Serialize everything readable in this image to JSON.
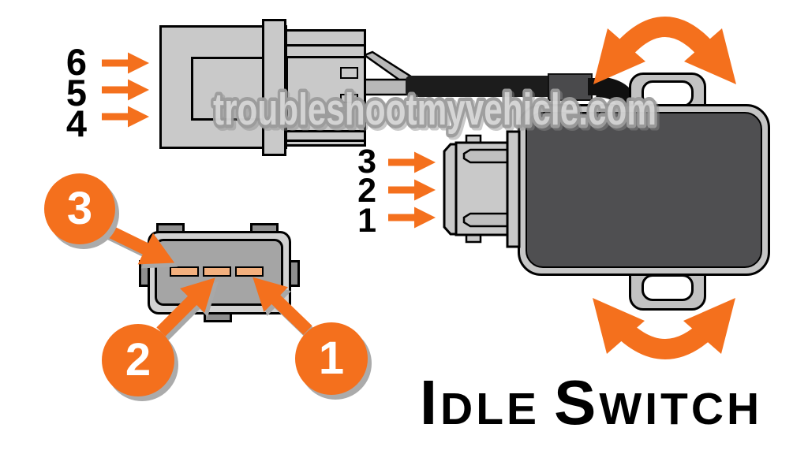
{
  "watermark": {
    "text": "troubleshootmyvehicle.com"
  },
  "title": {
    "full": "Idle Switch",
    "i": "I",
    "dle": "DLE",
    "s": "S",
    "witch": "WITCH"
  },
  "harness_connector": {
    "description": "6-pin harness connector (side view) with wire leading to idle switch",
    "pin_labels": [
      "6",
      "5",
      "4"
    ]
  },
  "idle_switch": {
    "description": "Idle switch body with male connector and rotation arrows",
    "pin_labels": [
      "3",
      "2",
      "1"
    ]
  },
  "connector_face": {
    "description": "3-pin idle switch connector face with numbered pin callouts",
    "callouts": [
      "3",
      "2",
      "1"
    ]
  },
  "colors": {
    "accent_orange": "#F4701D",
    "connector_gray": "#C9C9C9",
    "switch_body_gray": "#4F4F51",
    "face_inner_gray": "#A5A5A5",
    "pin_peach": "#F3B07E",
    "cable_black": "#1C1C1C",
    "shadow_gray": "#ABABAB",
    "watermark_fill": "#D6D6D6",
    "watermark_stroke": "#9C9C9C"
  }
}
